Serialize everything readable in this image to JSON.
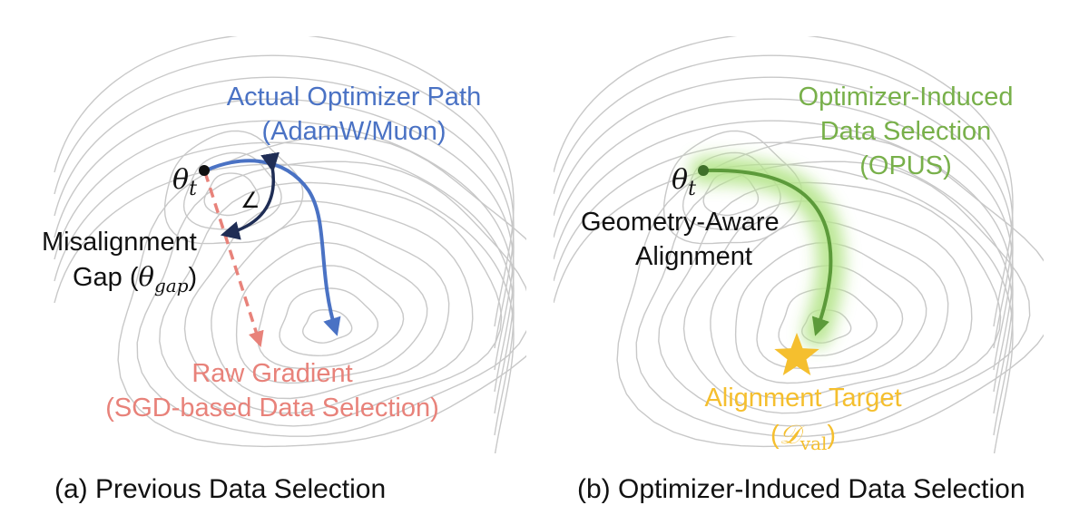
{
  "panel_a": {
    "actual_path_line1": "Actual Optimizer Path",
    "actual_path_line2": "(AdamW/Muon)",
    "theta_symbol": "θ",
    "theta_sub": "t",
    "misalign_line1": "Misalignment",
    "misalign_line2_text": "Gap (",
    "misalign_theta": "θ",
    "misalign_sub": "gap",
    "misalign_close": ")",
    "raw_line1": "Raw Gradient",
    "raw_line2": "(SGD-based Data Selection)",
    "angle_mark": "∠",
    "caption": "(a) Previous Data Selection"
  },
  "panel_b": {
    "opus_line1": "Optimizer-Induced",
    "opus_line2": "Data Selection",
    "opus_line3": "(OPUS)",
    "theta_symbol": "θ",
    "theta_sub": "t",
    "geo_line1": "Geometry-Aware",
    "geo_line2": "Alignment",
    "target_line1": "Alignment Target",
    "target_open": "(",
    "target_symbol": "𝒟",
    "target_sub": "val",
    "target_close": ")",
    "caption": "(b) Optimizer-Induced Data Selection"
  },
  "colors": {
    "contour": "#c8c8c8",
    "actual_path": "#4a72c4",
    "raw_gradient": "#e8827a",
    "opus": "#78b04a",
    "opus_glow": "#b6e58c",
    "target_star": "#f5bf2e",
    "gap_arrow": "#1f2d55"
  }
}
